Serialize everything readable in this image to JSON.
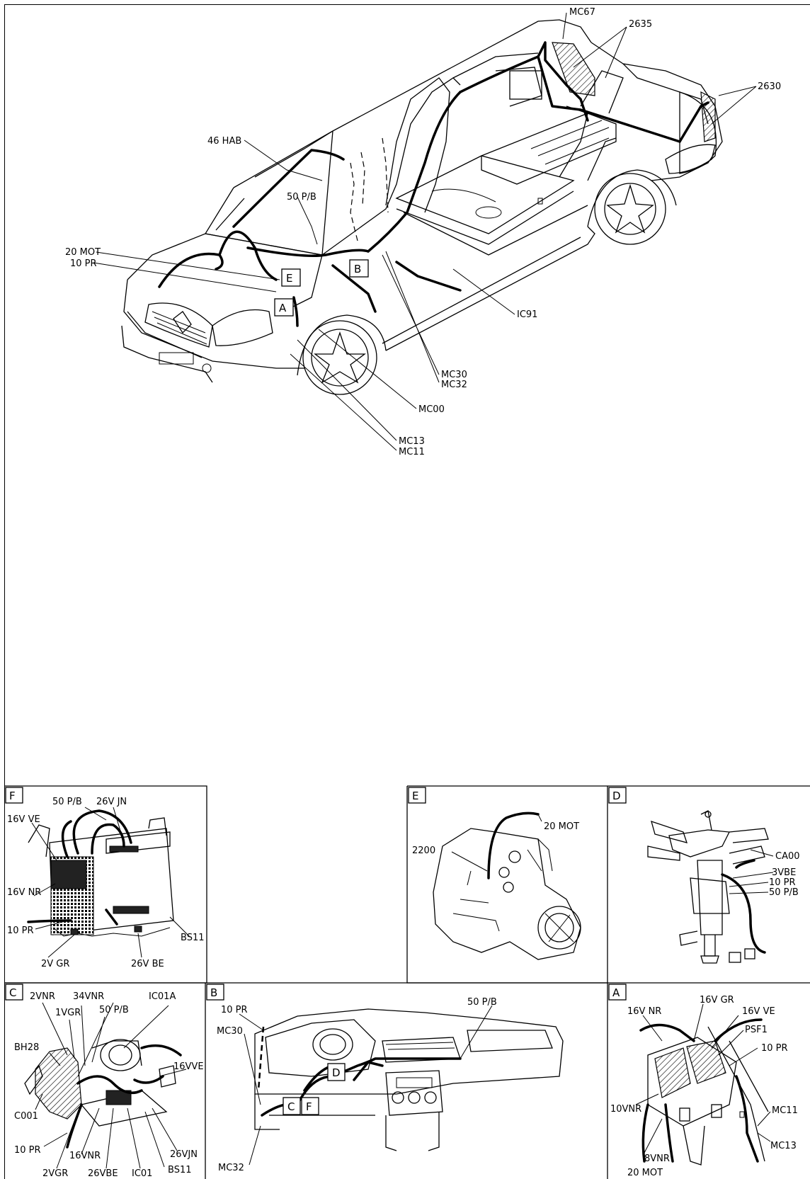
{
  "main_view": {
    "labels": {
      "mc67": "MC67",
      "l2635": "2635",
      "l2630": "2630",
      "hab46": "46 HAB",
      "pb50": "50 P/B",
      "mot20": "20 MOT",
      "pr10": "10 PR",
      "ic91": "IC91",
      "mc30": "MC30",
      "mc32": "MC32",
      "mc00": "MC00",
      "mc13": "MC13",
      "mc11": "MC11"
    },
    "callouts": {
      "a": "A",
      "b": "B",
      "e": "E"
    }
  },
  "panel_f": {
    "letter": "F",
    "labels": {
      "pb50": "50 P/B",
      "jn26": "26V JN",
      "ve16": "16V VE",
      "nr16": "16V NR",
      "pr10": "10 PR",
      "gr2": "2V GR",
      "be26": "26V BE",
      "bs11": "BS11"
    }
  },
  "panel_e": {
    "letter": "E",
    "labels": {
      "mot20": "20 MOT",
      "l2200": "2200"
    }
  },
  "panel_d": {
    "letter": "D",
    "labels": {
      "ca00": "CA00",
      "be3": "3VBE",
      "pr10": "10 PR",
      "pb50": "50 P/B"
    }
  },
  "panel_c": {
    "letter": "C",
    "labels": {
      "nr2": "2VNR",
      "nr34": "34VNR",
      "ic01a": "IC01A",
      "gr1": "1VGR",
      "pb50": "50 P/B",
      "bh28": "BH28",
      "ve16": "16VVE",
      "c001": "C001",
      "pr10": "10 PR",
      "nr16": "16VNR",
      "jn26": "26VJN",
      "bs11": "BS11",
      "gr2": "2VGR",
      "be26": "26VBE",
      "ic01": "IC01"
    }
  },
  "panel_b": {
    "letter": "B",
    "labels": {
      "pb50": "50 P/B",
      "pr10": "10 PR",
      "mc30": "MC30",
      "mc32": "MC32"
    },
    "callouts": {
      "c": "C",
      "d": "D",
      "f": "F"
    }
  },
  "panel_a": {
    "letter": "A",
    "labels": {
      "gr16": "16V GR",
      "nr16": "16V NR",
      "ve16": "16V VE",
      "psf1": "PSF1",
      "pr10": "10 PR",
      "nr10": "10VNR",
      "nr8": "8VNR",
      "mc11": "MC11",
      "mc13": "MC13",
      "mot20": "20 MOT"
    }
  }
}
